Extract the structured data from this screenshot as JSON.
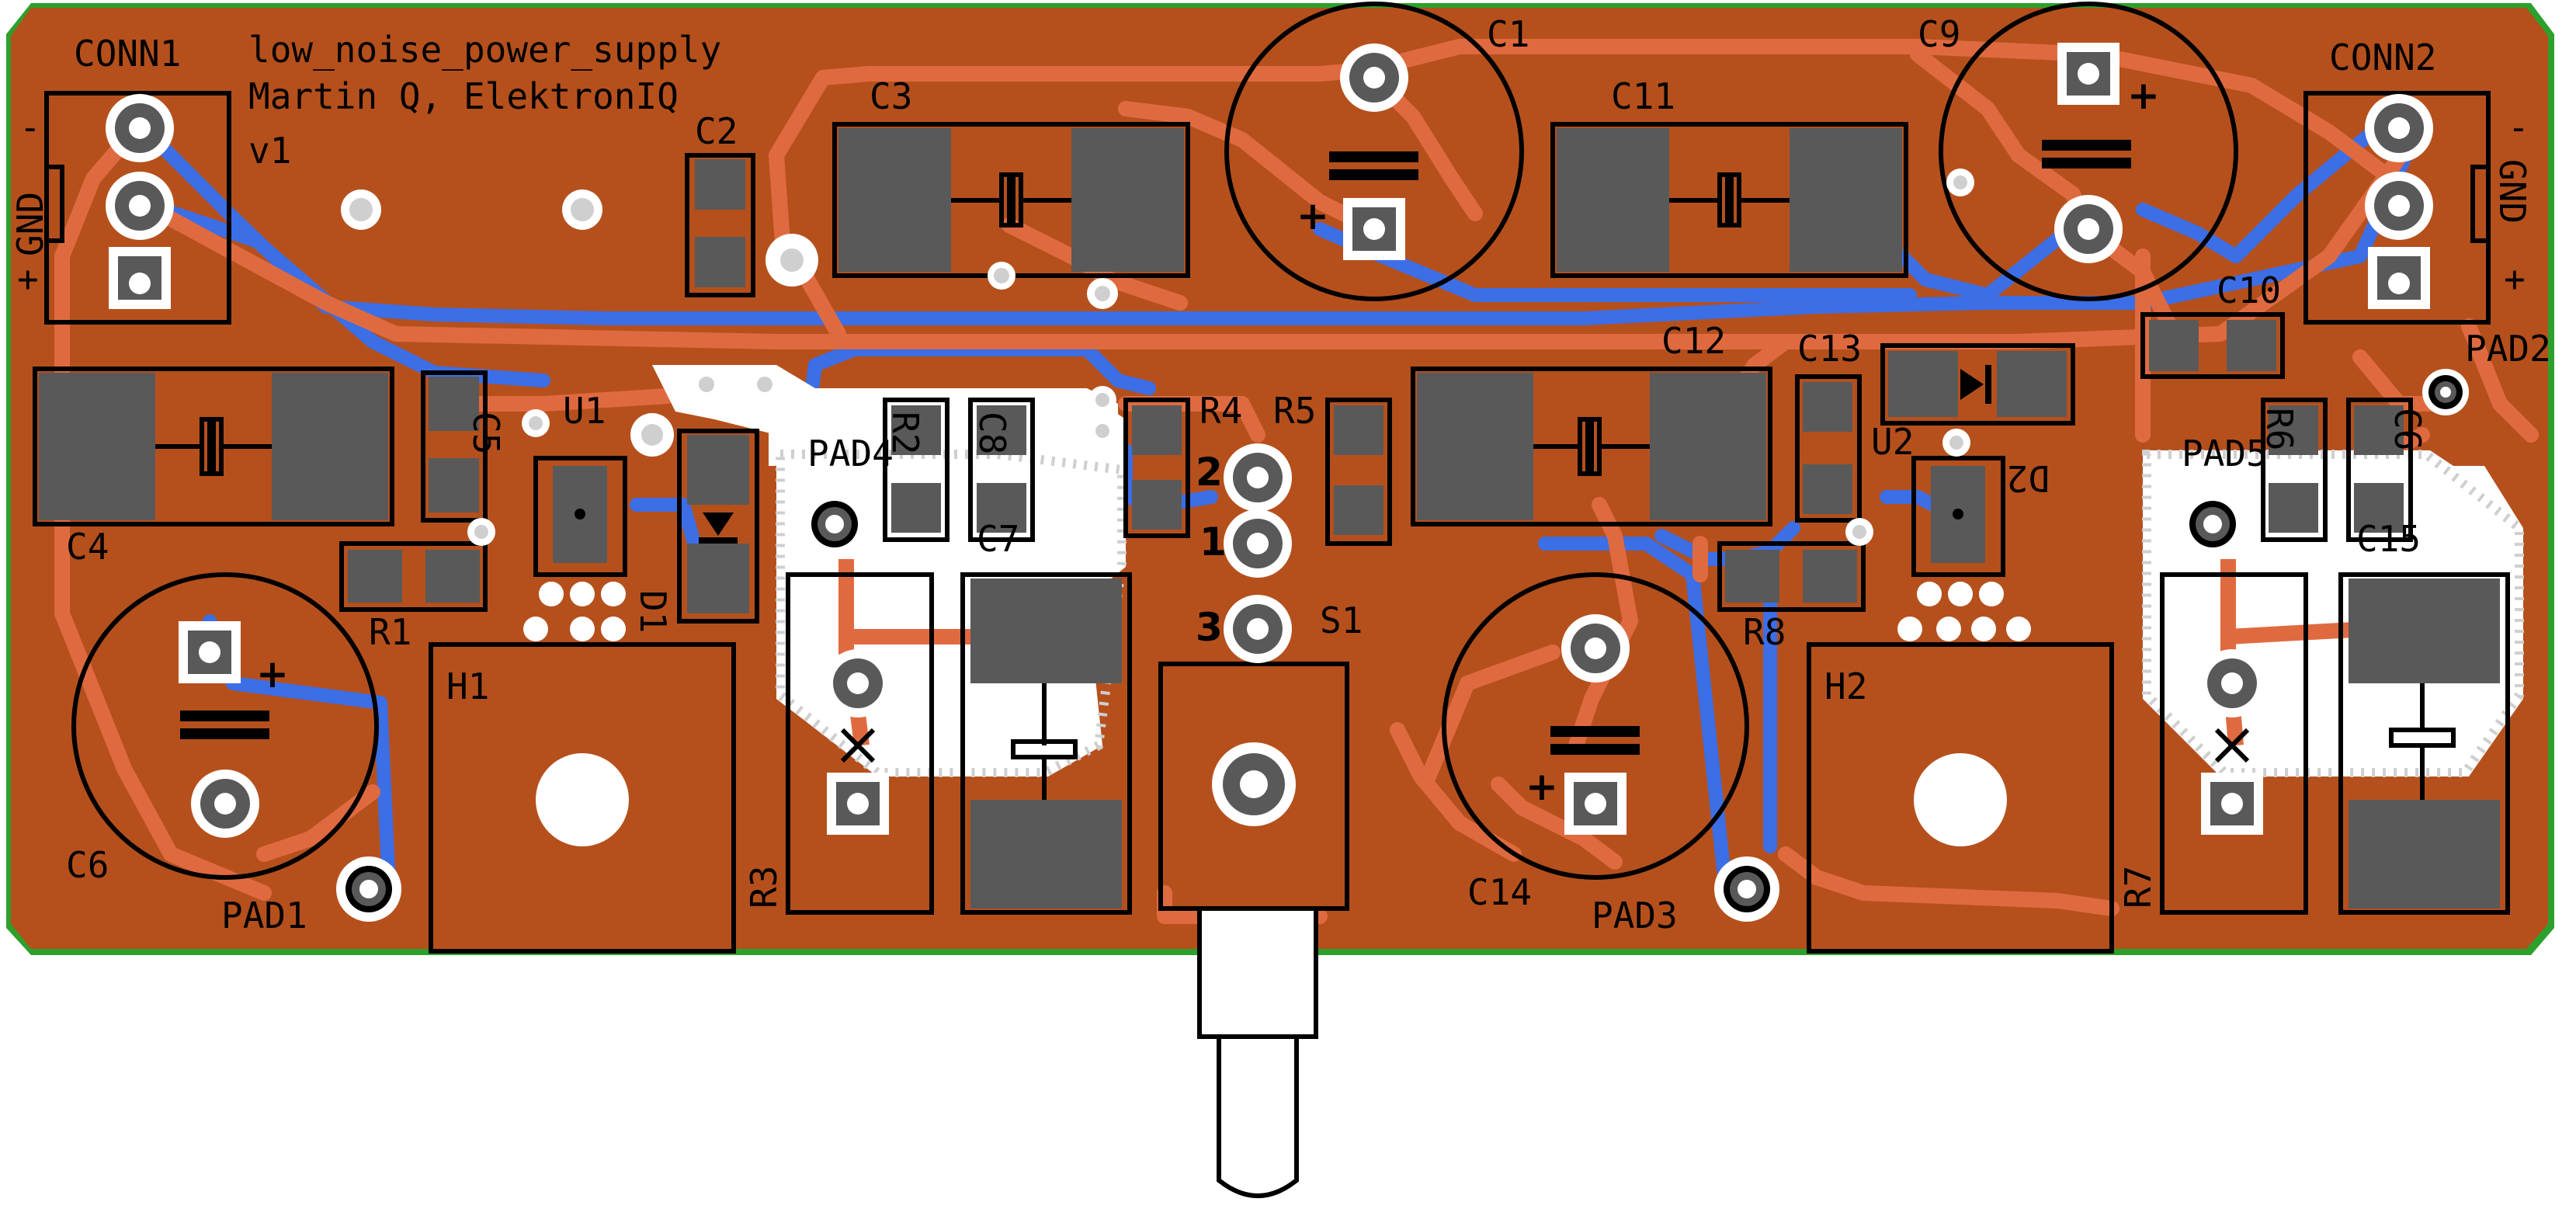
{
  "board": {
    "title_lines": [
      "low_noise_power_supply",
      "Martin Q, ElektronIQ",
      "v1"
    ],
    "colors": {
      "background": "#ffffff",
      "outline": "#2ca02c",
      "copper_fill": "#b5501d",
      "top_trace": "#e06a40",
      "bottom_trace": "#3c6ee6",
      "pad": "#595959",
      "silkscreen": "#000000",
      "via_ring": "#cfcfcf",
      "hole": "#ffffff"
    }
  },
  "labels": {
    "conn1": "CONN1",
    "conn2": "CONN2",
    "conn1_minus": "-",
    "conn1_gnd": "GND",
    "conn1_plus": "+",
    "conn2_minus": "-",
    "conn2_gnd": "GND",
    "conn2_plus": "+",
    "c1": "C1",
    "c2": "C2",
    "c3": "C3",
    "c4": "C4",
    "c6": "C6",
    "c7": "C7",
    "c8": "C8",
    "c9": "C9",
    "c10": "C10",
    "c11": "C11",
    "c12": "C12",
    "c13": "C13",
    "c14": "C14",
    "c15": "C15",
    "c5": "C5",
    "r1": "R1",
    "r2": "R2",
    "r3": "R3",
    "r4": "R4",
    "r5": "R5",
    "r6": "R6",
    "r7": "R7",
    "r8": "R8",
    "c16": "C6",
    "u1": "U1",
    "u2": "U2",
    "d1": "D1",
    "d2": "D2",
    "h1": "H1",
    "h2": "H2",
    "s1": "S1",
    "pad1": "PAD1",
    "pad2": "PAD2",
    "pad3": "PAD3",
    "pad4": "PAD4",
    "pad5": "PAD5",
    "pin1": "1",
    "pin2": "2",
    "pin3": "3",
    "plus": "+"
  }
}
